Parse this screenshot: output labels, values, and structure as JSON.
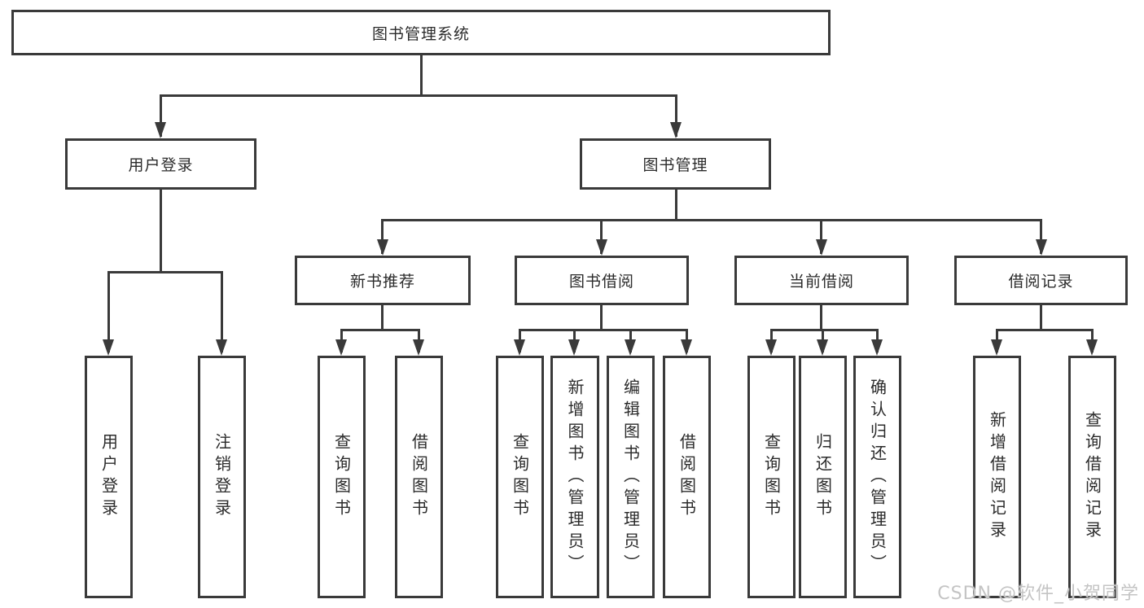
{
  "diagram_title": "图书管理系统",
  "watermark": "CSDN @软件_小贺同学",
  "colors": {
    "line": "#3a3a3a",
    "text": "#2b2b2b",
    "background": "#ffffff",
    "watermark": "#c4c4c4"
  },
  "tree": {
    "root": "图书管理系统",
    "level2": [
      "用户登录",
      "图书管理"
    ],
    "level3": [
      "新书推荐",
      "图书借阅",
      "当前借阅",
      "借阅记录"
    ],
    "leaves": {
      "user_login": [
        "用户登录",
        "注销登录"
      ],
      "new_book": [
        "查询图书",
        "借阅图书"
      ],
      "book_borrow": [
        "查询图书",
        "新增图书（管理员）",
        "编辑图书（管理员）",
        "借阅图书"
      ],
      "current_borrow": [
        "查询图书",
        "归还图书",
        "确认归还（管理员）"
      ],
      "borrow_record": [
        "新增借阅记录",
        "查询借阅记录"
      ]
    }
  }
}
